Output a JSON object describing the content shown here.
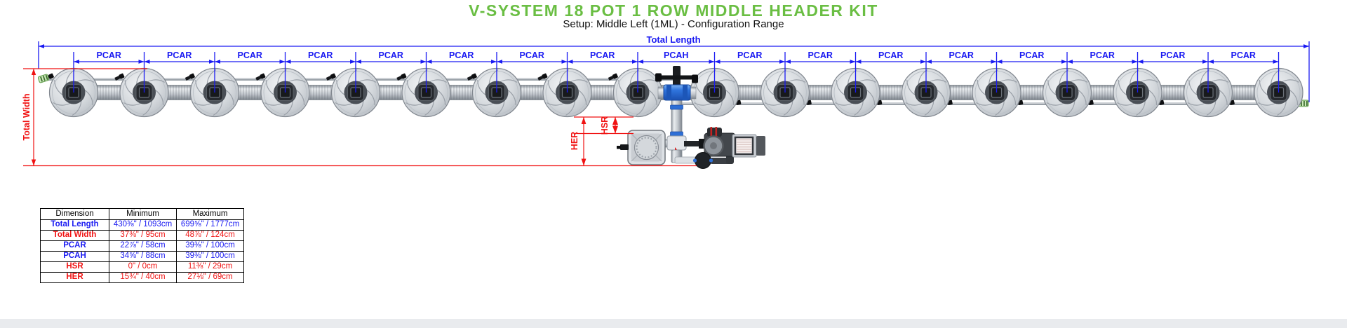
{
  "title": "V-SYSTEM 18 POT 1 ROW MIDDLE HEADER KIT",
  "subtitle": "Setup: Middle Left (1ML) - Configuration Range",
  "colors": {
    "title_green": "#6abe43",
    "dimension_blue": "#1a1af2",
    "dimension_red": "#f01212"
  },
  "diagram": {
    "pot_count": 18,
    "total_length_label": "Total Length",
    "total_width_label": "Total Width",
    "her_label": "HER",
    "hsr_label": "HSR",
    "span_labels": [
      "PCAR",
      "PCAR",
      "PCAR",
      "PCAR",
      "PCAR",
      "PCAR",
      "PCAR",
      "PCAR",
      "PCAH",
      "PCAR",
      "PCAR",
      "PCAR",
      "PCAR",
      "PCAR",
      "PCAR",
      "PCAR",
      "PCAR"
    ]
  },
  "table": {
    "headers": [
      "Dimension",
      "Minimum",
      "Maximum"
    ],
    "rows": [
      {
        "name": "Total Length",
        "min": "430⅜\" / 1093cm",
        "max": "699⅝\" / 1777cm",
        "color": "blue"
      },
      {
        "name": "Total Width",
        "min": "37⅜\" / 95cm",
        "max": "48⅞\" / 124cm",
        "color": "red"
      },
      {
        "name": "PCAR",
        "min": "22⅞\" / 58cm",
        "max": "39⅜\" / 100cm",
        "color": "blue"
      },
      {
        "name": "PCAH",
        "min": "34⅝\" / 88cm",
        "max": "39⅜\" / 100cm",
        "color": "blue"
      },
      {
        "name": "HSR",
        "min": "0\" / 0cm",
        "max": "11⅜\" / 29cm",
        "color": "red"
      },
      {
        "name": "HER",
        "min": "15¾\" / 40cm",
        "max": "27⅛\" / 69cm",
        "color": "red"
      }
    ]
  }
}
